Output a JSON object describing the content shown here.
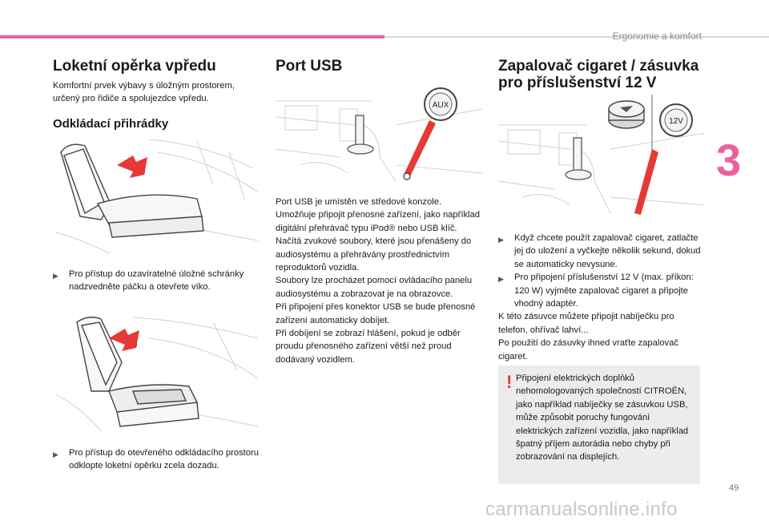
{
  "header": {
    "section": "Ergonomie a komfort",
    "chapter": "3",
    "page_number": "49",
    "accent_color": "#ec5fa0",
    "watermark": "carmanualsonline.info"
  },
  "col1": {
    "title": "Loketní opěrka vpředu",
    "intro": "Komfortní prvek výbavy s úložným prostorem, určený pro řidiče a spolujezdce vpředu.",
    "subtitle": "Odkládací přihrádky",
    "bullet1": "Pro přístup do uzavíratelné úložné schránky nadzvedněte páčku a otevřete víko.",
    "bullet2": "Pro přístup do otevřeného odkládacího prostoru odklopte loketní opěrku zcela dozadu."
  },
  "col2": {
    "title": "Port USB",
    "aux_label": "AUX",
    "paragraphs": [
      "Port USB je umístěn ve středové konzole.",
      "Umožňuje připojit přenosné zařízení, jako například digitální přehrávač typu iPod® nebo USB klíč.",
      "Načítá zvukové soubory, které jsou přenášeny do audiosystému a přehrávány prostřednictvím reproduktorů vozidla.",
      "Soubory lze procházet pomocí ovládacího panelu audiosystému a zobrazovat je na obrazovce.",
      "Při připojení přes konektor USB se bude přenosné zařízení automaticky dobíjet.",
      "Při dobíjení se zobrazí hlášení, pokud je odběr proudu přenosného zařízení větší než proud dodávaný vozidlem."
    ]
  },
  "col3": {
    "title": "Zapalovač cigaret / zásuvka pro příslušenství 12 V",
    "socket_label": "12V",
    "bullets": [
      "Když chcete použít zapalovač cigaret, zatlačte jej do uložení a vyčkejte několik sekund, dokud se automaticky nevysune.",
      "Pro připojení příslušenství 12 V (max. příkon: 120 W) vyjměte zapalovač cigaret a připojte vhodný adaptér."
    ],
    "after_bullets": [
      "K této zásuvce můžete připojit nabíječku pro telefon, ohřívač lahví...",
      "Po použití do zásuvky ihned vraťte zapalovač cigaret."
    ],
    "warning": "Připojení elektrických doplňků nehomologovaných společností CITROËN, jako například nabíječky se zásuvkou USB, může způsobit poruchy fungování elektrických zařízení vozidla, jako například špatný příjem autorádia nebo chyby při zobrazování na displejích."
  }
}
